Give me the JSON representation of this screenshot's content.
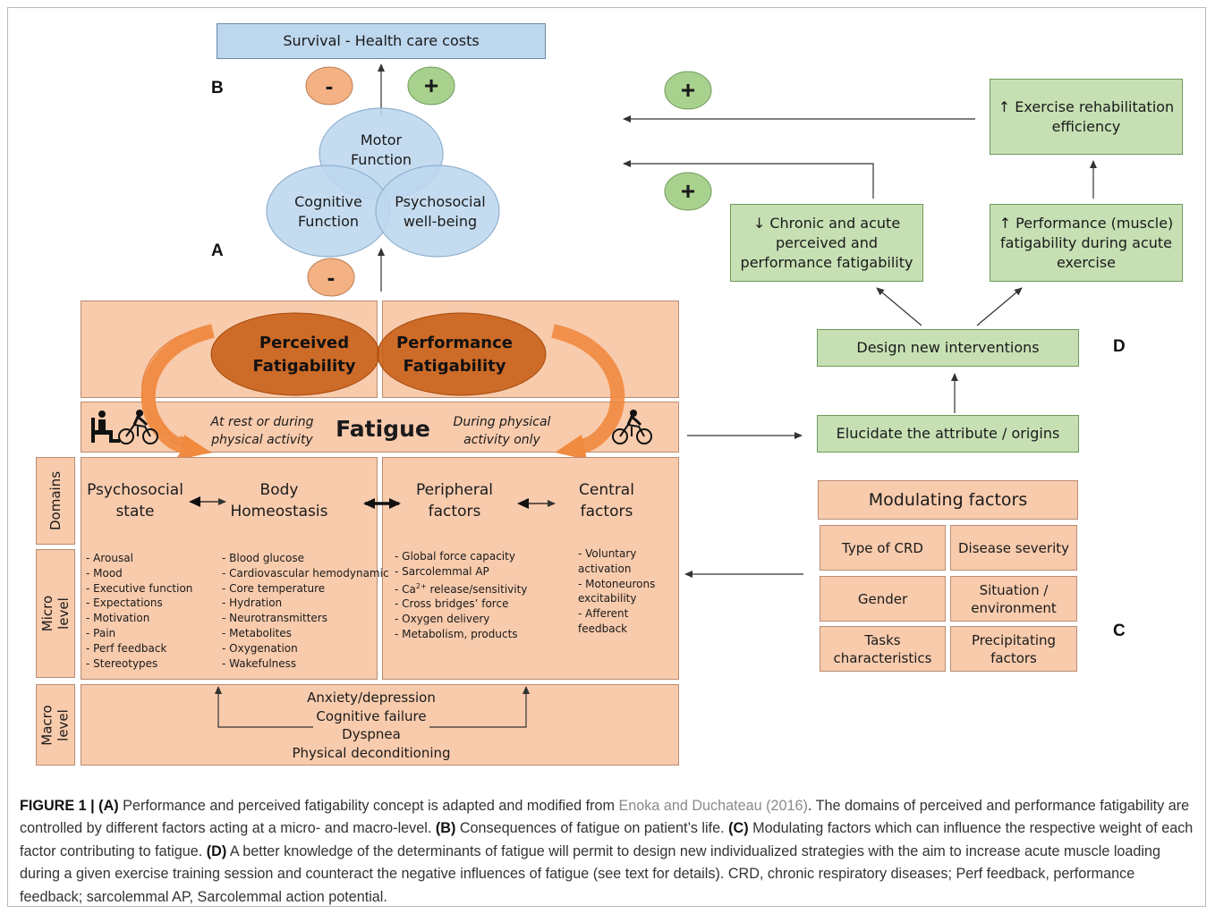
{
  "letters": {
    "a": "A",
    "b": "B",
    "c": "C",
    "d": "D"
  },
  "survival": "Survival  -  Health care costs",
  "signs": {
    "minus": "-",
    "plus": "+"
  },
  "circles": {
    "motor": [
      "Motor",
      "Function"
    ],
    "cognitive": [
      "Cognitive",
      "Function"
    ],
    "psychosocial": [
      "Psychosocial",
      "well-being"
    ]
  },
  "ellipses": {
    "perceived": [
      "Perceived",
      "Fatigability"
    ],
    "performance": [
      "Performance",
      "Fatigability"
    ]
  },
  "fatigue_bar": {
    "title": "Fatigue",
    "left_note": [
      "At rest or during",
      "physical activity"
    ],
    "right_note": [
      "During physical",
      "activity only"
    ]
  },
  "icons": {
    "sitting": "person-sitting-icon",
    "cycling": "cyclist-icon"
  },
  "row_labels": {
    "domains": "Domains",
    "micro": [
      "Micro",
      "level"
    ],
    "macro": [
      "Macro",
      "level"
    ]
  },
  "domains": {
    "psychosocial": [
      "Psychosocial",
      "state"
    ],
    "body": [
      "Body",
      "Homeostasis"
    ],
    "peripheral": [
      "Peripheral",
      "factors"
    ],
    "central": [
      "Central",
      "factors"
    ]
  },
  "micro": {
    "psychosocial": [
      "- Arousal",
      "- Mood",
      "- Executive function",
      "- Expectations",
      "- Motivation",
      "- Pain",
      "- Perf feedback",
      "- Stereotypes"
    ],
    "body": [
      "- Blood glucose",
      "- Cardiovascular hemodynamic",
      "- Core temperature",
      "- Hydration",
      "- Neurotransmitters",
      "- Metabolites",
      "- Oxygenation",
      "- Wakefulness"
    ],
    "peripheral": [
      "- Global force capacity",
      "- Sarcolemmal AP",
      "- Ca",
      "- Cross bridges’ force",
      "- Oxygen delivery",
      "- Metabolism, products"
    ],
    "ca_superscript": "2+",
    "ca_rest": " release/sensitivity",
    "central": [
      "- Voluntary",
      "activation",
      "- Motoneurons",
      "excitability",
      "- Afferent",
      "feedback"
    ]
  },
  "macro": [
    "Anxiety/depression",
    "Cognitive failure",
    "Dyspnea",
    "Physical deconditioning"
  ],
  "right": {
    "exercise": [
      "↑ Exercise rehabilitation",
      "efficiency"
    ],
    "chronic": [
      "↓ Chronic and acute",
      "perceived and",
      "performance fatigability"
    ],
    "performance": [
      "↑ Performance (muscle)",
      "fatigability during acute",
      "exercise"
    ],
    "design": "Design new interventions",
    "elucidate": "Elucidate the attribute / origins"
  },
  "modulating": {
    "title": "Modulating factors",
    "cells": [
      [
        "Type of CRD"
      ],
      [
        "Disease severity"
      ],
      [
        "Gender"
      ],
      [
        "Situation /",
        "environment"
      ],
      [
        "Tasks",
        "characteristics"
      ],
      [
        "Precipitating",
        "factors"
      ]
    ]
  },
  "caption": {
    "label": "FIGURE 1 | (A)",
    "t1": " Performance and perceived fatigability concept is adapted and modified from ",
    "ref": "Enoka and Duchateau (2016)",
    "t2": ". The domains of perceived and performance fatigability are controlled by different factors acting at a micro- and macro-level. ",
    "b": "(B)",
    "t3": " Consequences of fatigue on patient’s life. ",
    "c": "(C)",
    "t4": " Modulating factors which can influence the respective weight of each factor contributing to fatigue. ",
    "d": "(D)",
    "t5": " A better knowledge of the determinants of fatigue will permit to design new individualized strategies with the aim to increase acute muscle loading during a given exercise training session and counteract the negative influences of fatigue (see text for details). CRD, chronic respiratory diseases; Perf feedback, performance feedback; sarcolemmal AP, Sarcolemmal action potential."
  },
  "colors": {
    "salmon": "#f8cbad",
    "green": "#c6e0b4",
    "blue": "#bdd7ee",
    "ellipse": "#d9702c",
    "minus_circle": "#f4b183",
    "plus_circle": "#a9d18e"
  }
}
